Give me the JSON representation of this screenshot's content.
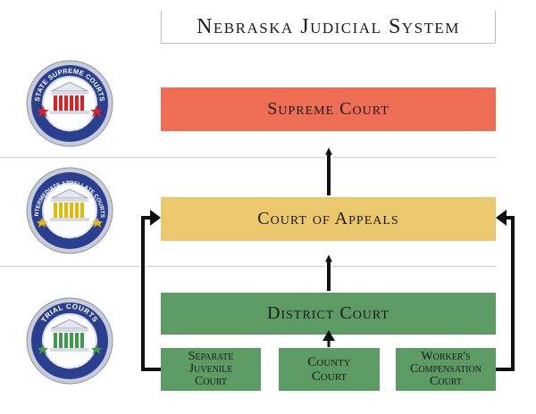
{
  "title": "Nebraska Judicial System",
  "courts": {
    "supreme": "Supreme Court",
    "appeals": "Court of Appeals",
    "district": "District Court",
    "juvenile": "Separate\nJuvenile\nCourt",
    "county": "County\nCourt",
    "workers": "Worker's\nCompensation\nCourt"
  },
  "badges": {
    "supreme": {
      "top_text": "STATE SUPREME COURTS",
      "bottom_text": "JUDGEPEDIA",
      "column_color": "#e02020",
      "icon": "courthouse-icon"
    },
    "appellate": {
      "top_text": "INTERMEDIATE APPELLATE COURTS",
      "bottom_text": "JUDGEPEDIA",
      "column_color": "#e5b90b",
      "icon": "courthouse-icon"
    },
    "trial": {
      "top_text": "TRIAL COURTS",
      "bottom_text": "JUDGEPEDIA",
      "column_color": "#3f9a4a",
      "icon": "courthouse-icon"
    }
  },
  "colors": {
    "supreme": "#ee6e55",
    "appeals": "#ebc76d",
    "district": "#5c9c64",
    "badge_ring": "#2a3f8f"
  }
}
